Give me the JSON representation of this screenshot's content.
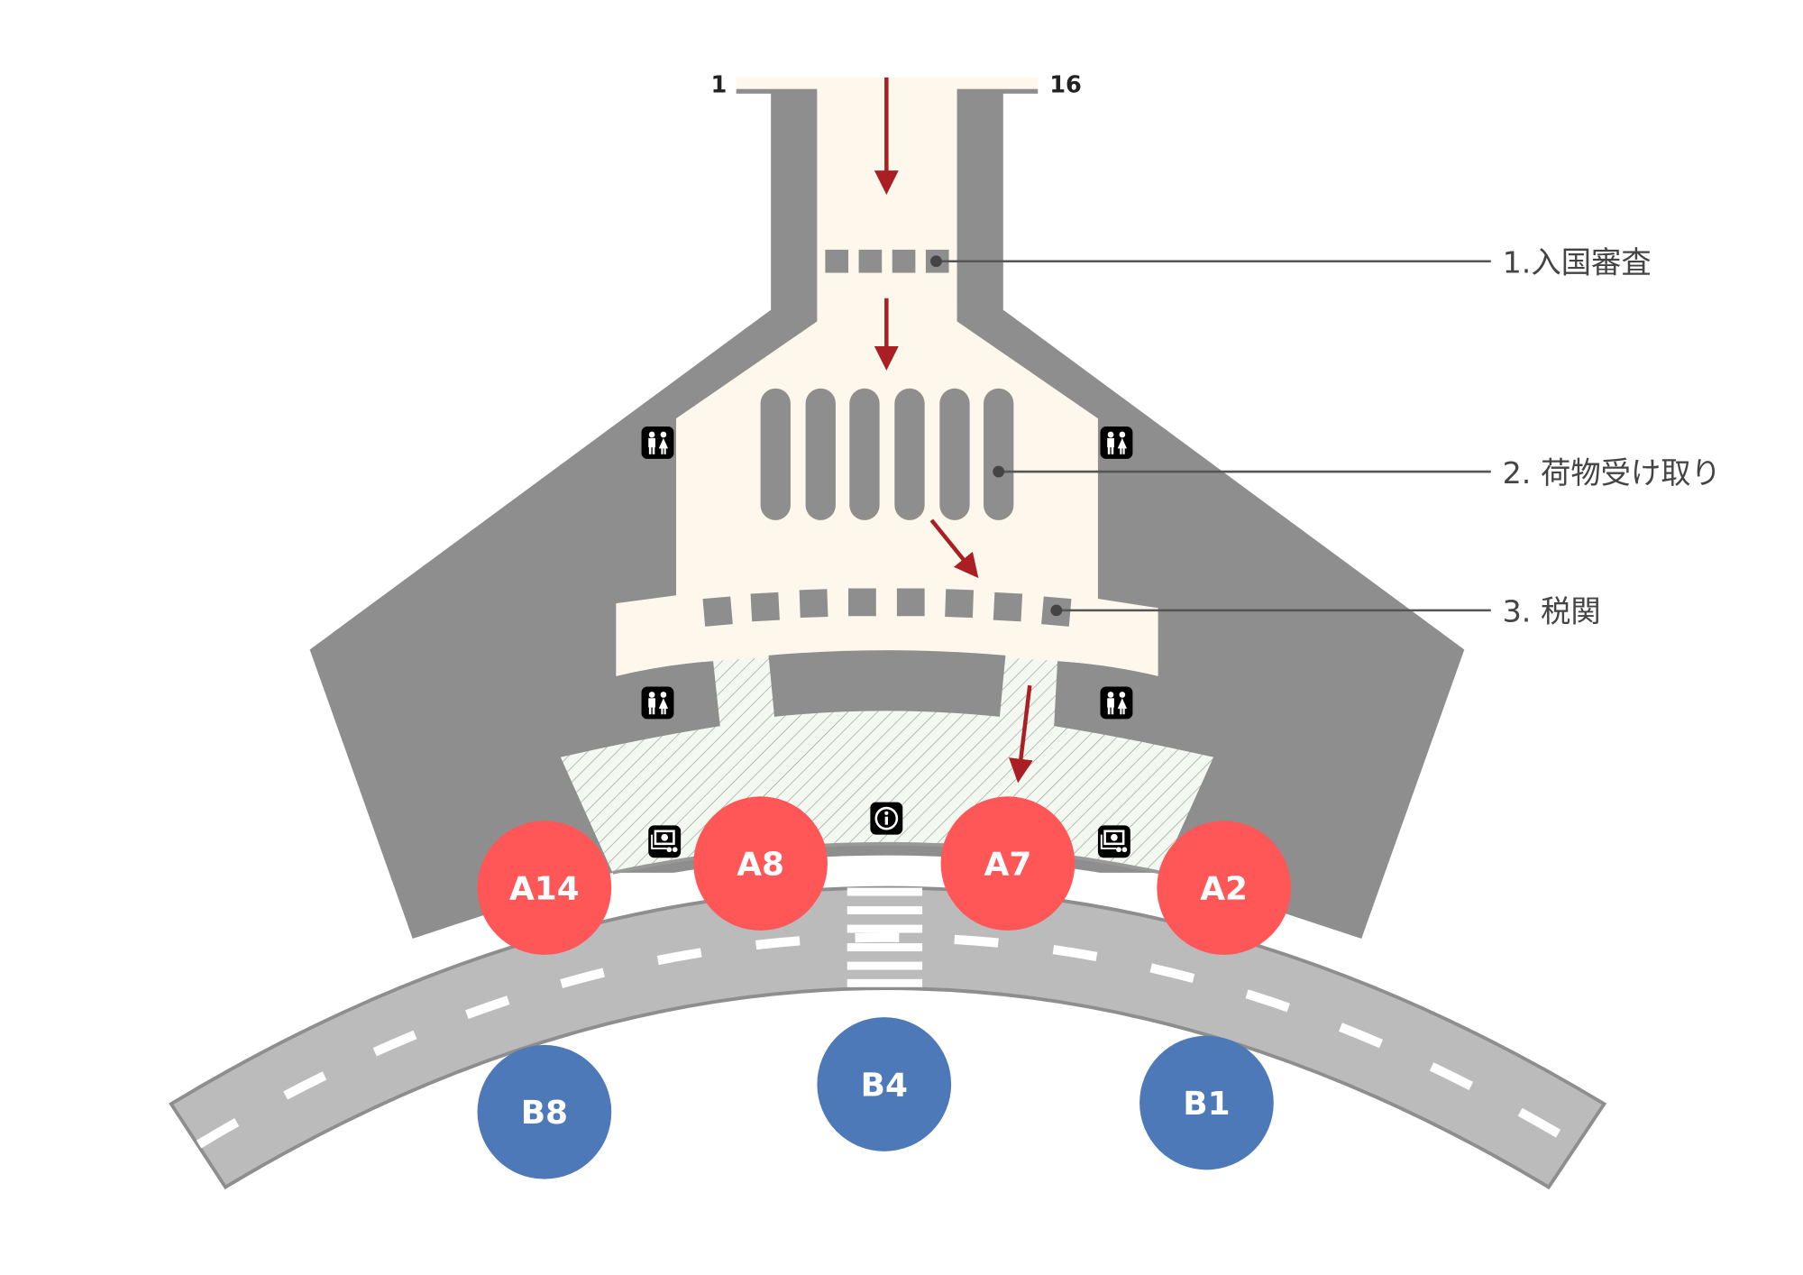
{
  "map": {
    "pier_labels": {
      "left": "1",
      "right": "16"
    },
    "steps": [
      {
        "label": "1.入国審査"
      },
      {
        "label": "2. 荷物受け取り"
      },
      {
        "label": "3. 税関"
      }
    ],
    "arrival_gates": [
      {
        "label": "A14"
      },
      {
        "label": "A8"
      },
      {
        "label": "A7"
      },
      {
        "label": "A2"
      }
    ],
    "departure_gates": [
      {
        "label": "B8"
      },
      {
        "label": "B4"
      },
      {
        "label": "B1"
      }
    ],
    "icons": [
      "restroom-icon",
      "information-icon",
      "currency-exchange-icon"
    ],
    "colors": {
      "wall": "#8E8E8E",
      "hall": "#FEF7EC",
      "arrow": "#A91F24",
      "arrival_gate": "#FF5757",
      "departure_gate": "#4E79B8",
      "road": "#BBBBBB",
      "hatch_bg": "#F3F9F1"
    }
  }
}
